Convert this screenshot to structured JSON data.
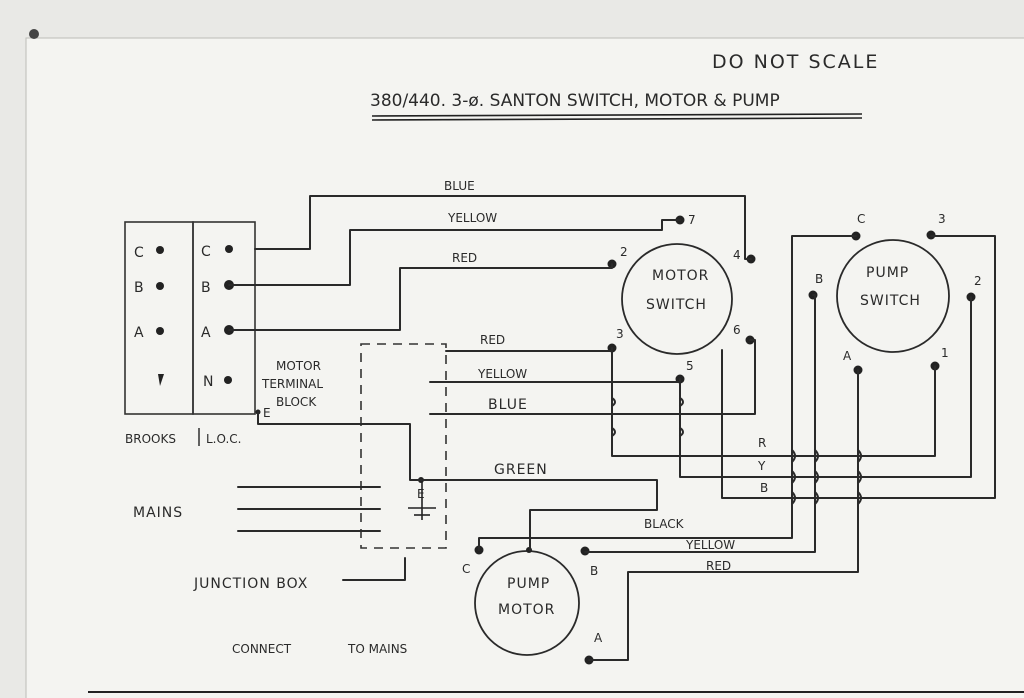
{
  "header": {
    "do_not_scale": "DO NOT SCALE",
    "title": "380/440. 3-ø. SANTON SWITCH, MOTOR & PUMP"
  },
  "brooks_box": {
    "caption": "BROOKS",
    "terminals": [
      "C",
      "B",
      "A"
    ]
  },
  "loc_box": {
    "caption": "L.O.C.",
    "terminals": [
      "C",
      "B",
      "A",
      "N"
    ],
    "earth": "E"
  },
  "motor_terminal_block": {
    "line1": "MOTOR",
    "line2": "TERMINAL",
    "line3": "BLOCK"
  },
  "junction_box": {
    "label": "JUNCTION BOX",
    "earth": "E"
  },
  "mains": {
    "label": "MAINS",
    "connect": "CONNECT",
    "to_mains": "TO MAINS"
  },
  "motor_switch": {
    "line1": "MOTOR",
    "line2": "SWITCH",
    "terminals": [
      "7",
      "2",
      "4",
      "3",
      "5",
      "6"
    ]
  },
  "pump_switch": {
    "line1": "PUMP",
    "line2": "SWITCH",
    "terminals": [
      "C",
      "3",
      "B",
      "2",
      "A",
      "1"
    ]
  },
  "pump_motor": {
    "line1": "PUMP",
    "line2": "MOTOR",
    "terminals": [
      "C",
      "B",
      "A"
    ]
  },
  "wires": {
    "top": [
      "BLUE",
      "YELLOW",
      "RED"
    ],
    "middle": [
      "RED",
      "YELLOW",
      "BLUE"
    ],
    "green": "GREEN",
    "bottom": [
      "BLACK",
      "YELLOW",
      "RED"
    ]
  },
  "bus_labels": [
    "R",
    "Y",
    "B"
  ]
}
